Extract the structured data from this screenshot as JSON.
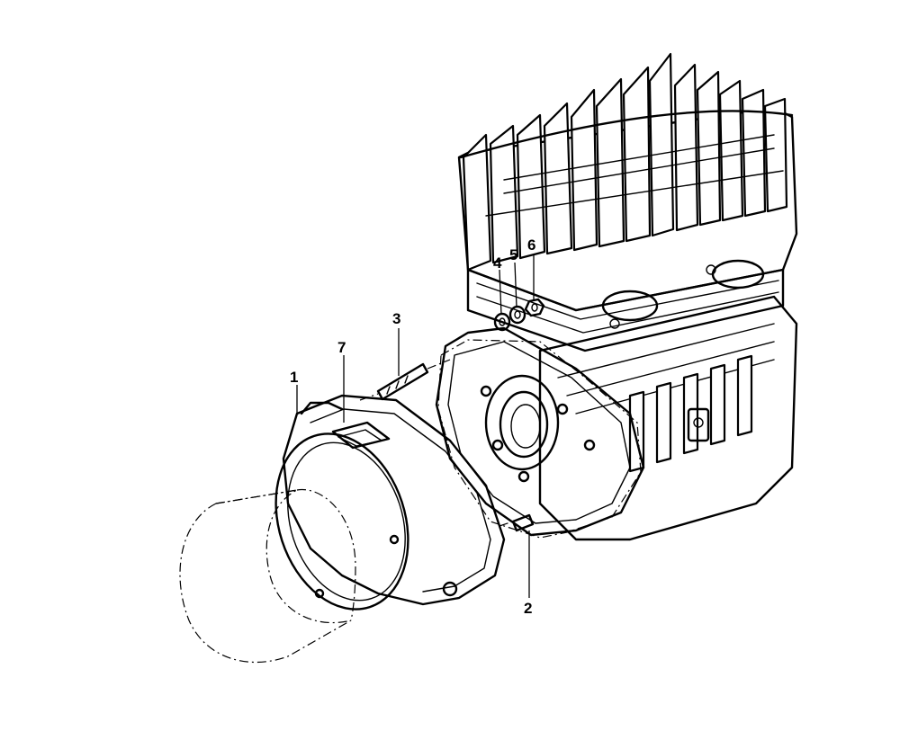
{
  "diagram": {
    "callouts": [
      {
        "id": "1",
        "label": "1"
      },
      {
        "id": "2",
        "label": "2"
      },
      {
        "id": "3",
        "label": "3"
      },
      {
        "id": "4",
        "label": "4"
      },
      {
        "id": "5",
        "label": "5"
      },
      {
        "id": "6",
        "label": "6"
      },
      {
        "id": "7",
        "label": "7"
      }
    ]
  }
}
